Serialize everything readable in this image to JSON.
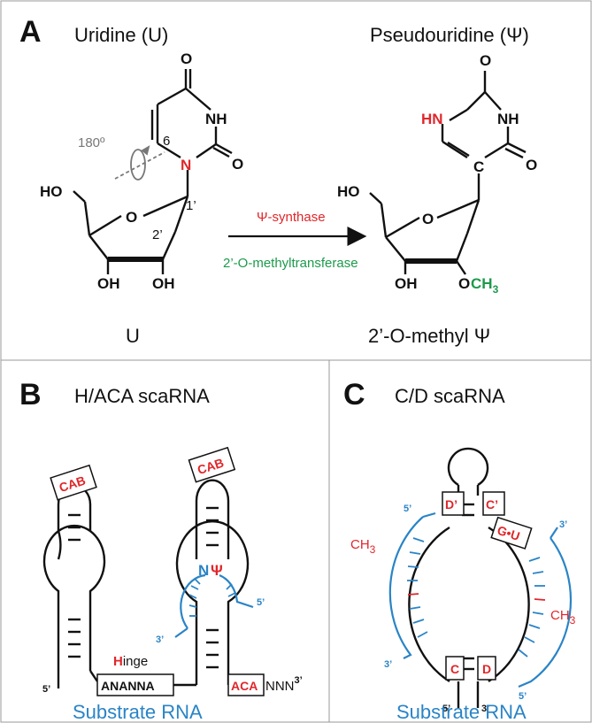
{
  "colors": {
    "red": "#e0262a",
    "green": "#1c9a4b",
    "blue": "#2a84c6",
    "black": "#111111",
    "gray": "#777777"
  },
  "panel_a": {
    "letter": "A",
    "left_title": "Uridine (U)",
    "right_title": "Pseudouridine (Ψ)",
    "rotation_label": "180º",
    "ring_pos_6": "6",
    "pos_1p": "1’",
    "pos_2p": "2’",
    "enzyme_1": "Ψ-synthase",
    "enzyme_2": "2’-O-methyltransferase",
    "left_caption": "U",
    "right_caption": "2’-O-methyl Ψ",
    "atoms": {
      "o": "O",
      "nh": "NH",
      "n": "N",
      "hn": "HN",
      "c": "C",
      "ho": "HO",
      "oh": "OH",
      "o_methyl": "O",
      "ch": "CH",
      "sub3": "3"
    }
  },
  "panel_b": {
    "letter": "B",
    "title": "H/ACA scaRNA",
    "cab_1": "CAB",
    "cab_2": "CAB",
    "pocket_n": "N",
    "pocket_psi": "Ψ",
    "five_prime_target": "5’",
    "three_prime_target": "3’",
    "hinge_h": "H",
    "hinge_rest": "inge",
    "five_prime": "5’",
    "anna_box": "ANANNA",
    "aca_box": "ACA",
    "tail": "NNN",
    "three_prime_sup": "3’",
    "substrate": "Substrate RNA"
  },
  "panel_c": {
    "letter": "C",
    "title": "C/D scaRNA",
    "d_prime": "D’",
    "c_prime": "C’",
    "gu": "G•U",
    "c_box": "C",
    "d_box": "D",
    "ch3_left": "CH",
    "ch3_left_sub": "3",
    "ch3_right": "CH",
    "ch3_right_sub": "3",
    "left_5": "5’",
    "left_3": "3’",
    "right_3": "3’",
    "right_5": "5’",
    "stem_5": "5’",
    "stem_3": "3’",
    "substrate": "Substrate RNA"
  }
}
